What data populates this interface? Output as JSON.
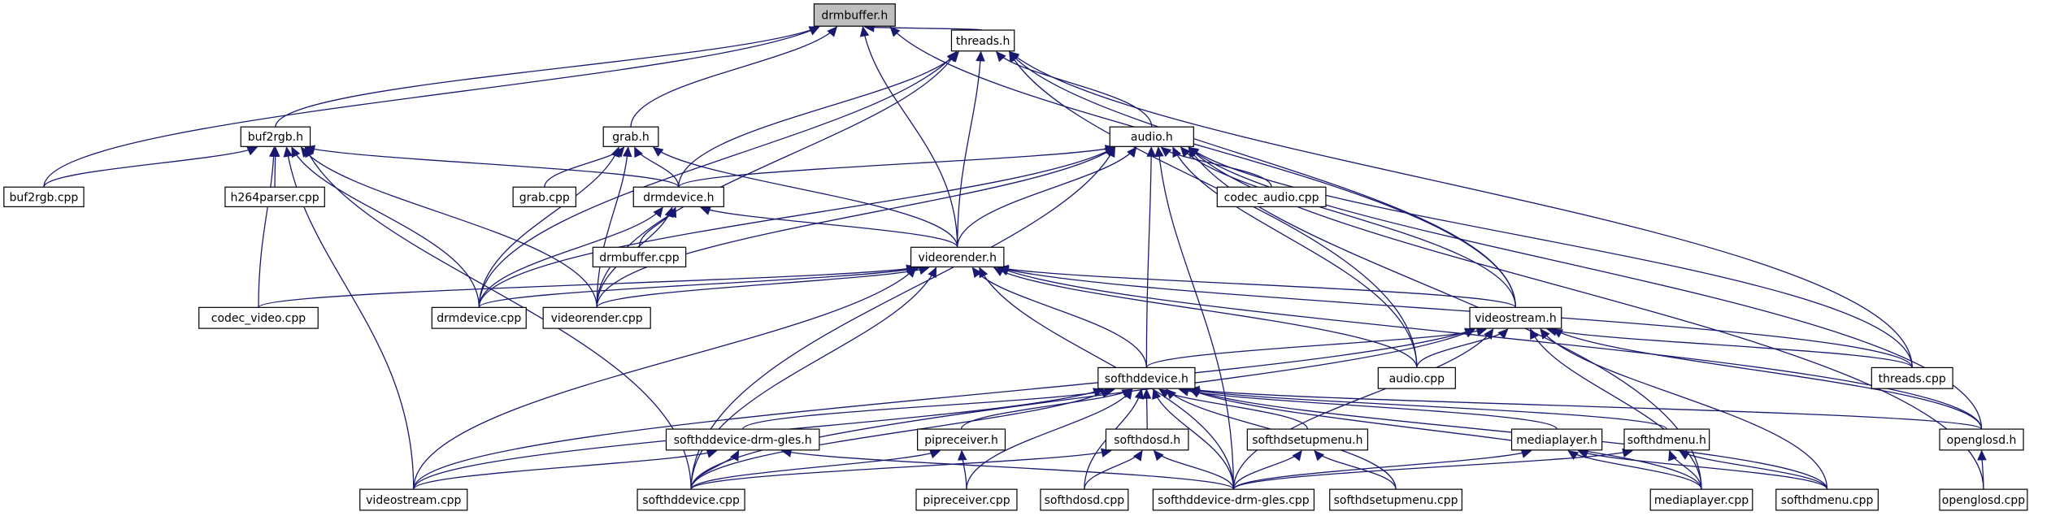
{
  "diagram": {
    "type": "include-dependency-graph",
    "focus_node": "drmbuffer.h",
    "colors": {
      "edge": "#191970",
      "focus_fill": "#bfbfbf",
      "node_fill": "#ffffff",
      "node_border": "#000000"
    },
    "nodes": [
      {
        "id": "drmbuffer.h",
        "label": "drmbuffer.h",
        "focus": true
      },
      {
        "id": "threads.h",
        "label": "threads.h"
      },
      {
        "id": "buf2rgb.h",
        "label": "buf2rgb.h"
      },
      {
        "id": "grab.h",
        "label": "grab.h"
      },
      {
        "id": "audio.h",
        "label": "audio.h"
      },
      {
        "id": "buf2rgb.cpp",
        "label": "buf2rgb.cpp"
      },
      {
        "id": "h264parser.cpp",
        "label": "h264parser.cpp"
      },
      {
        "id": "grab.cpp",
        "label": "grab.cpp"
      },
      {
        "id": "drmdevice.h",
        "label": "drmdevice.h"
      },
      {
        "id": "codec_audio.cpp",
        "label": "codec_audio.cpp"
      },
      {
        "id": "drmbuffer.cpp",
        "label": "drmbuffer.cpp"
      },
      {
        "id": "videorender.h",
        "label": "videorender.h"
      },
      {
        "id": "codec_video.cpp",
        "label": "codec_video.cpp"
      },
      {
        "id": "drmdevice.cpp",
        "label": "drmdevice.cpp"
      },
      {
        "id": "videorender.cpp",
        "label": "videorender.cpp"
      },
      {
        "id": "videostream.h",
        "label": "videostream.h"
      },
      {
        "id": "audio.cpp",
        "label": "audio.cpp"
      },
      {
        "id": "threads.cpp",
        "label": "threads.cpp"
      },
      {
        "id": "softhddevice.h",
        "label": "softhddevice.h"
      },
      {
        "id": "softhddevice-drm-gles.h",
        "label": "softhddevice-drm-gles.h"
      },
      {
        "id": "pipreceiver.h",
        "label": "pipreceiver.h"
      },
      {
        "id": "softhdosd.h",
        "label": "softhdosd.h"
      },
      {
        "id": "softhdsetupmenu.h",
        "label": "softhdsetupmenu.h"
      },
      {
        "id": "mediaplayer.h",
        "label": "mediaplayer.h"
      },
      {
        "id": "softhdmenu.h",
        "label": "softhdmenu.h"
      },
      {
        "id": "openglosd.h",
        "label": "openglosd.h"
      },
      {
        "id": "videostream.cpp",
        "label": "videostream.cpp"
      },
      {
        "id": "softhddevice.cpp",
        "label": "softhddevice.cpp"
      },
      {
        "id": "pipreceiver.cpp",
        "label": "pipreceiver.cpp"
      },
      {
        "id": "softhdosd.cpp",
        "label": "softhdosd.cpp"
      },
      {
        "id": "softhddevice-drm-gles.cpp",
        "label": "softhddevice-drm-gles.cpp"
      },
      {
        "id": "softhdsetupmenu.cpp",
        "label": "softhdsetupmenu.cpp"
      },
      {
        "id": "mediaplayer.cpp",
        "label": "mediaplayer.cpp"
      },
      {
        "id": "softhdmenu.cpp",
        "label": "softhdmenu.cpp"
      },
      {
        "id": "openglosd.cpp",
        "label": "openglosd.cpp"
      }
    ],
    "edges": [
      [
        "buf2rgb.cpp",
        "drmbuffer.h"
      ],
      [
        "buf2rgb.h",
        "drmbuffer.h"
      ],
      [
        "grab.h",
        "drmbuffer.h"
      ],
      [
        "videorender.h",
        "drmbuffer.h"
      ],
      [
        "threads.h",
        "drmbuffer.h"
      ],
      [
        "videostream.h",
        "drmbuffer.h"
      ],
      [
        "drmdevice.cpp",
        "threads.h"
      ],
      [
        "drmdevice.h",
        "threads.h"
      ],
      [
        "videorender.cpp",
        "threads.h"
      ],
      [
        "videorender.h",
        "threads.h"
      ],
      [
        "audio.h",
        "threads.h"
      ],
      [
        "videostream.h",
        "threads.h"
      ],
      [
        "threads.cpp",
        "threads.h"
      ],
      [
        "audio.cpp",
        "threads.h"
      ],
      [
        "buf2rgb.cpp",
        "buf2rgb.h"
      ],
      [
        "h264parser.cpp",
        "buf2rgb.h"
      ],
      [
        "codec_video.cpp",
        "buf2rgb.h"
      ],
      [
        "drmdevice.cpp",
        "buf2rgb.h"
      ],
      [
        "videostream.cpp",
        "buf2rgb.h"
      ],
      [
        "softhddevice.cpp",
        "buf2rgb.h"
      ],
      [
        "videorender.cpp",
        "buf2rgb.h"
      ],
      [
        "drmdevice.h",
        "buf2rgb.h"
      ],
      [
        "grab.cpp",
        "grab.h"
      ],
      [
        "drmdevice.h",
        "grab.h"
      ],
      [
        "drmdevice.cpp",
        "grab.h"
      ],
      [
        "videorender.cpp",
        "grab.h"
      ],
      [
        "videorender.h",
        "grab.h"
      ],
      [
        "drmdevice.h",
        "audio.h"
      ],
      [
        "codec_audio.cpp",
        "audio.h"
      ],
      [
        "drmdevice.cpp",
        "audio.h"
      ],
      [
        "videorender.cpp",
        "audio.h"
      ],
      [
        "videorender.h",
        "audio.h"
      ],
      [
        "softhddevice.h",
        "audio.h"
      ],
      [
        "softhddevice.cpp",
        "audio.h"
      ],
      [
        "audio.cpp",
        "audio.h"
      ],
      [
        "threads.cpp",
        "audio.h"
      ],
      [
        "openglosd.h",
        "audio.h"
      ],
      [
        "mediaplayer.cpp",
        "audio.h"
      ],
      [
        "softhddevice-drm-gles.cpp",
        "audio.h"
      ],
      [
        "videostream.h",
        "audio.h"
      ],
      [
        "openglosd.cpp",
        "audio.h"
      ],
      [
        "drmbuffer.cpp",
        "drmdevice.h"
      ],
      [
        "drmdevice.cpp",
        "drmdevice.h"
      ],
      [
        "videorender.cpp",
        "drmdevice.h"
      ],
      [
        "videorender.h",
        "drmdevice.h"
      ],
      [
        "codec_video.cpp",
        "videorender.h"
      ],
      [
        "drmdevice.cpp",
        "videorender.h"
      ],
      [
        "videorender.cpp",
        "videorender.h"
      ],
      [
        "videostream.h",
        "videorender.h"
      ],
      [
        "softhddevice.h",
        "videorender.h"
      ],
      [
        "audio.cpp",
        "videorender.h"
      ],
      [
        "threads.cpp",
        "videorender.h"
      ],
      [
        "videostream.cpp",
        "videorender.h"
      ],
      [
        "softhddevice.cpp",
        "videorender.h"
      ],
      [
        "softhddevice-drm-gles.cpp",
        "videorender.h"
      ],
      [
        "openglosd.h",
        "videorender.h"
      ],
      [
        "softhddevice.h",
        "videostream.h"
      ],
      [
        "audio.cpp",
        "videostream.h"
      ],
      [
        "threads.cpp",
        "videostream.h"
      ],
      [
        "videostream.cpp",
        "videostream.h"
      ],
      [
        "softhddevice.cpp",
        "videostream.h"
      ],
      [
        "softhddevice-drm-gles.cpp",
        "videostream.h"
      ],
      [
        "mediaplayer.cpp",
        "videostream.h"
      ],
      [
        "softhdmenu.cpp",
        "videostream.h"
      ],
      [
        "openglosd.h",
        "videostream.h"
      ],
      [
        "softhddevice-drm-gles.h",
        "softhddevice.h"
      ],
      [
        "pipreceiver.h",
        "softhddevice.h"
      ],
      [
        "softhdosd.h",
        "softhddevice.h"
      ],
      [
        "softhdsetupmenu.h",
        "softhddevice.h"
      ],
      [
        "mediaplayer.h",
        "softhddevice.h"
      ],
      [
        "softhdmenu.h",
        "softhddevice.h"
      ],
      [
        "openglosd.h",
        "softhddevice.h"
      ],
      [
        "videostream.cpp",
        "softhddevice.h"
      ],
      [
        "softhddevice.cpp",
        "softhddevice.h"
      ],
      [
        "pipreceiver.cpp",
        "softhddevice.h"
      ],
      [
        "softhdosd.cpp",
        "softhddevice.h"
      ],
      [
        "softhddevice-drm-gles.cpp",
        "softhddevice.h"
      ],
      [
        "softhdsetupmenu.cpp",
        "softhddevice.h"
      ],
      [
        "mediaplayer.cpp",
        "softhddevice.h"
      ],
      [
        "softhdmenu.cpp",
        "softhddevice.h"
      ],
      [
        "videostream.cpp",
        "softhddevice-drm-gles.h"
      ],
      [
        "softhddevice.cpp",
        "softhddevice-drm-gles.h"
      ],
      [
        "softhddevice-drm-gles.cpp",
        "softhddevice-drm-gles.h"
      ],
      [
        "softhddevice.cpp",
        "pipreceiver.h"
      ],
      [
        "pipreceiver.cpp",
        "pipreceiver.h"
      ],
      [
        "softhddevice.cpp",
        "softhdosd.h"
      ],
      [
        "softhdosd.cpp",
        "softhdosd.h"
      ],
      [
        "softhddevice-drm-gles.cpp",
        "softhdosd.h"
      ],
      [
        "softhddevice-drm-gles.cpp",
        "softhdsetupmenu.h"
      ],
      [
        "softhdsetupmenu.cpp",
        "softhdsetupmenu.h"
      ],
      [
        "softhddevice-drm-gles.cpp",
        "mediaplayer.h"
      ],
      [
        "mediaplayer.cpp",
        "mediaplayer.h"
      ],
      [
        "softhdmenu.cpp",
        "mediaplayer.h"
      ],
      [
        "softhddevice-drm-gles.cpp",
        "softhdmenu.h"
      ],
      [
        "mediaplayer.cpp",
        "softhdmenu.h"
      ],
      [
        "softhdmenu.cpp",
        "softhdmenu.h"
      ],
      [
        "openglosd.cpp",
        "openglosd.h"
      ]
    ]
  }
}
